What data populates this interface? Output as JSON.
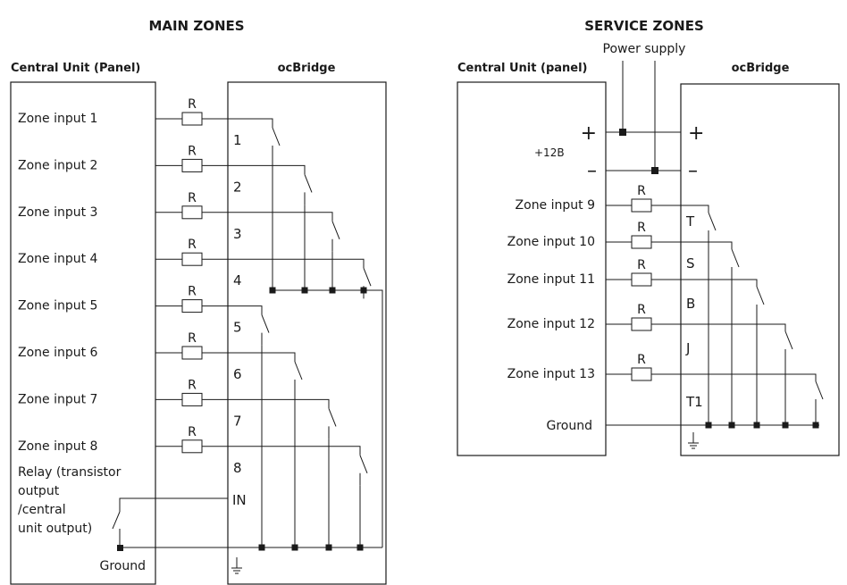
{
  "main": {
    "title": "MAIN ZONES",
    "panel_header": "Central Unit (Panel)",
    "bridge_header": "ocBridge",
    "resistor_label": "R",
    "zones": [
      "Zone input 1",
      "Zone input 2",
      "Zone input 3",
      "Zone input 4",
      "Zone input 5",
      "Zone input 6",
      "Zone input 7",
      "Zone input 8"
    ],
    "terminals": [
      "1",
      "2",
      "3",
      "4",
      "5",
      "6",
      "7",
      "8"
    ],
    "relay_label": [
      "Relay (transistor",
      "output",
      "/central",
      "unit output)"
    ],
    "in_terminal": "IN",
    "ground_label": "Ground",
    "ground_symbol": "ground-symbol"
  },
  "service": {
    "title": "SERVICE ZONES",
    "power_label": "Power supply",
    "panel_header": "Central Unit (panel)",
    "bridge_header": "ocBridge",
    "plus": "+",
    "minus": "–",
    "voltage": "+12В",
    "resistor_label": "R",
    "zones": [
      "Zone input 9",
      "Zone input 10",
      "Zone input 11",
      "Zone input 12",
      "Zone input 13"
    ],
    "terminals": [
      "T",
      "S",
      "B",
      "J",
      "T1"
    ],
    "ground_label": "Ground",
    "ground_symbol": "ground-symbol"
  }
}
